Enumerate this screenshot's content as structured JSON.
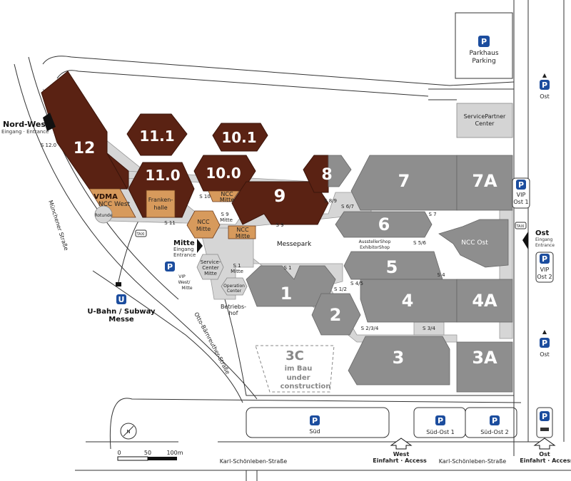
{
  "colors": {
    "new_halls": "#5a2213",
    "ncc": "#d79a5c",
    "halls": "#8e8e8e",
    "walkways": "#d4d4d4",
    "parking": "#1c4d9e"
  },
  "halls": {
    "h12": "12",
    "h11_1": "11.1",
    "h10_1": "10.1",
    "h11_0": "11.0",
    "h10_0": "10.0",
    "h9": "9",
    "h8": "8",
    "h7": "7",
    "h7a": "7A",
    "h6": "6",
    "h5": "5",
    "h4": "4",
    "h4a": "4A",
    "h1": "1",
    "h2": "2",
    "h3": "3",
    "h3a": "3A"
  },
  "venues": {
    "vdma": "VDMA",
    "ncc_west": "NCC West",
    "rotunde": "Rotunde",
    "franken1": "Franken-",
    "franken2": "halle",
    "ncc": "NCC",
    "mitte": "Mitte",
    "service1": "Service-",
    "service2": "Center",
    "service3": "Mitte",
    "operation1": "Operation",
    "operation2": "Center",
    "ncc_ost": "NCC Ost",
    "aussteller": "AusstellerShop",
    "exhibitor": "ExhibitorShop",
    "messepark": "Messepark",
    "betrieb1": "Betriebs-",
    "betrieb2": "hof",
    "c3": "3C",
    "c3_1": "im Bau",
    "c3_2": "under",
    "c3_3": "construction",
    "servicepartner1": "ServicePartner",
    "servicepartner2": "Center",
    "parkhaus1": "Parkhaus",
    "parkhaus2": "Parking"
  },
  "passages": {
    "s12": "S 12.0",
    "s11": "S 11",
    "s10": "S 10",
    "s9m": "S 9",
    "s9m2": "Mitte",
    "s9": "S 9",
    "s89": "S 8/9",
    "s67": "S 6/7",
    "s7": "S 7",
    "s56": "S 5/6",
    "s4": "S 4",
    "s45": "S 4/5",
    "s12p": "S 1/2",
    "s1": "S 1",
    "s1m": "S 1",
    "s1m2": "Mitte",
    "s234": "S 2/3/4",
    "s34": "S 3/4"
  },
  "entrances": {
    "nordwest": "Nord-West",
    "nordwest_sub": "Eingang · Entrance",
    "mitte": "Mitte",
    "eingang": "Eingang",
    "entrance": "Entrance",
    "ost": "Ost",
    "ost_eingang": "Eingang",
    "ost_entrance": "Entrance"
  },
  "parking": {
    "p": "P",
    "sued": "Süd",
    "suedost1": "Süd-Ost 1",
    "suedost2": "Süd-Ost 2",
    "vip_west1": "VIP",
    "vip_west2": "West/",
    "vip_west3": "Mitte",
    "vip_ost1a": "VIP",
    "vip_ost1b": "Ost 1",
    "vip_ost2a": "VIP",
    "vip_ost2b": "Ost 2",
    "ost_top": "Ost",
    "ost_bottom": "Ost",
    "taxi": "TAXI"
  },
  "transit": {
    "u": "U",
    "ubahn": "U-Bahn / Subway",
    "messe": "Messe"
  },
  "streets": {
    "muenchener": "Münchener Straße",
    "otto": "Otto-Bärnreuther-Straße",
    "karl1": "Karl-Schönleben-Straße",
    "karl2": "Karl-Schönleben-Straße"
  },
  "access": {
    "west": "West",
    "west_sub": "Einfahrt · Access",
    "ost": "Ost",
    "ost_sub": "Einfahrt · Access"
  },
  "scale": {
    "t0": "0",
    "t50": "50",
    "t100": "100m",
    "north": "N"
  }
}
